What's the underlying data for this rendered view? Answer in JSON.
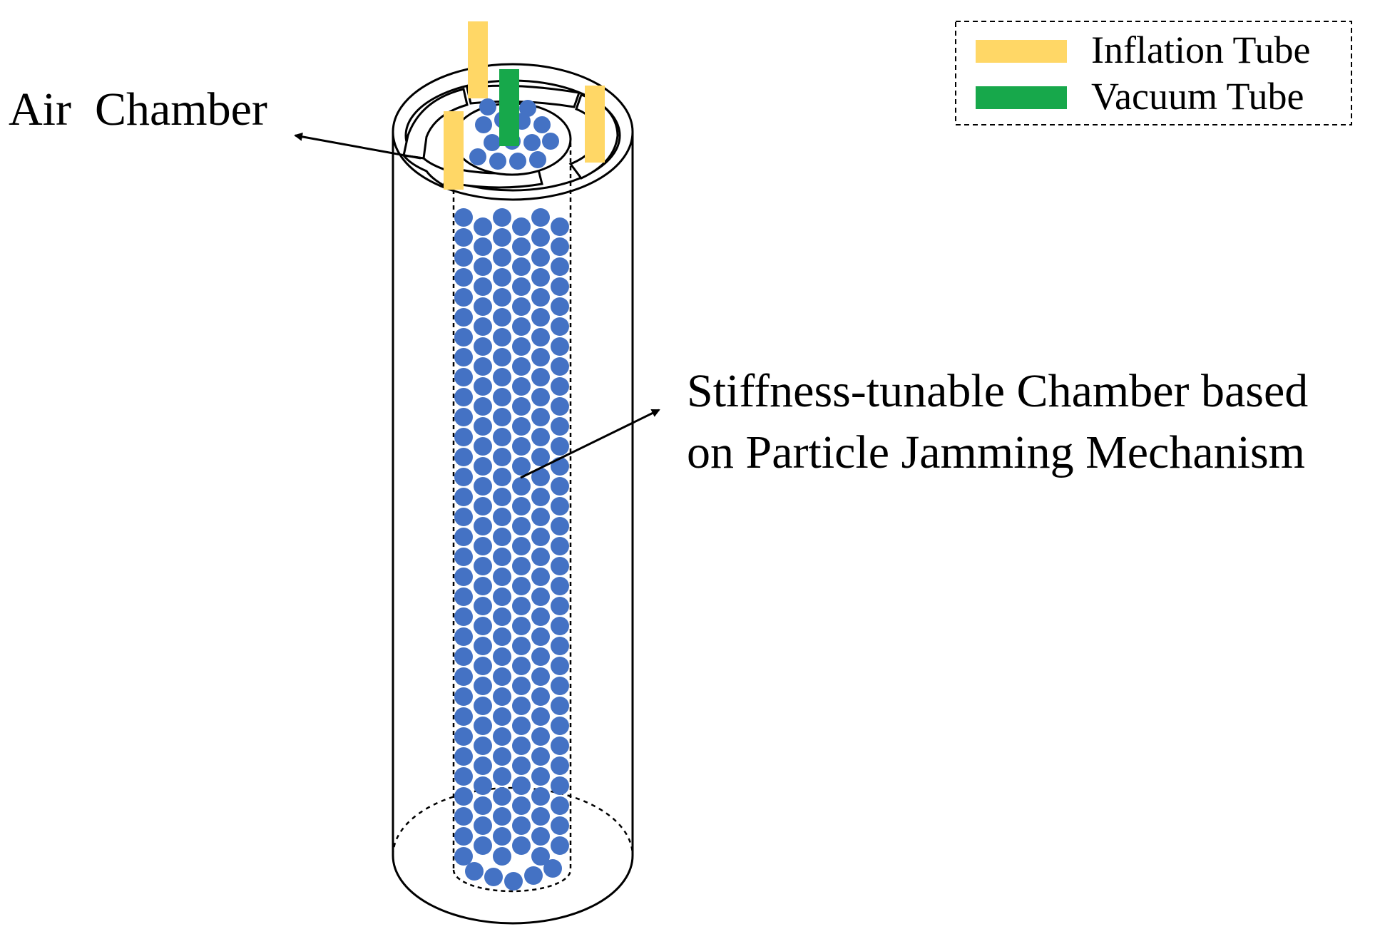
{
  "labels": {
    "air_chamber": "Air  Chamber",
    "stiffness_line1": "Stiffness-tunable Chamber based",
    "stiffness_line2": "on Particle Jamming Mechanism"
  },
  "legend": {
    "items": [
      {
        "label": "Inflation Tube",
        "color": "#FFD766"
      },
      {
        "label": "Vacuum Tube",
        "color": "#17A84B"
      }
    ]
  },
  "colors": {
    "particle": "#4472C4",
    "outline": "#000000",
    "background": "#FFFFFF"
  }
}
